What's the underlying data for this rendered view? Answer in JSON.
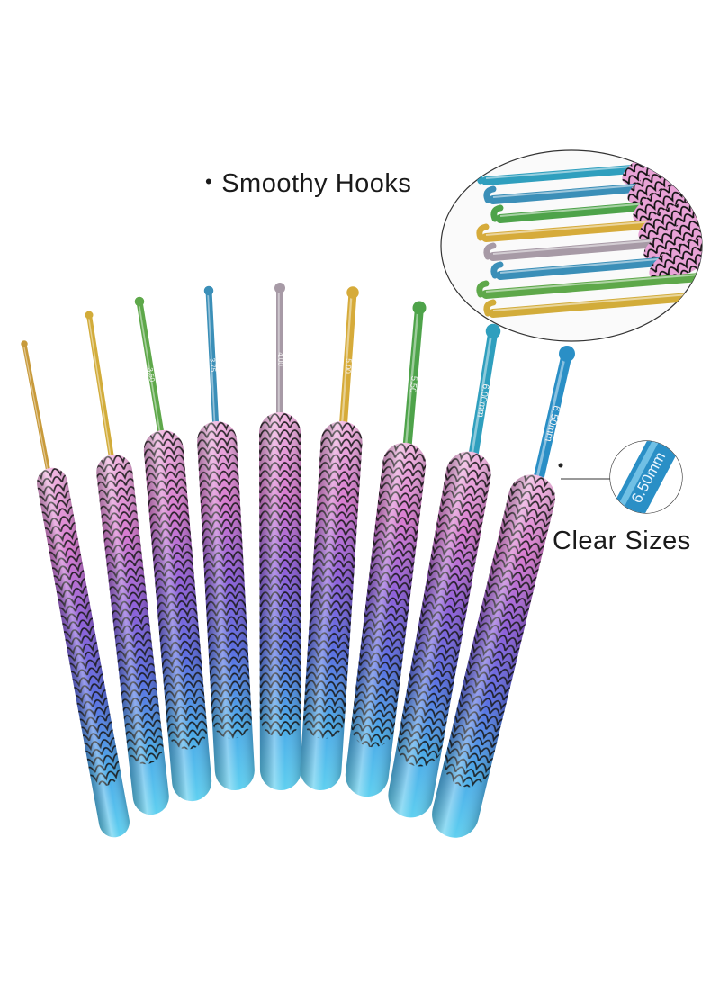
{
  "callouts": {
    "smoothy_hooks": "Smoothy Hooks",
    "clear_sizes": "Clear Sizes",
    "bullet": "•"
  },
  "zoom_detail_size": "6.50mm",
  "hooks": [
    {
      "size": "",
      "shaft_color": "#c89a3a"
    },
    {
      "size": "",
      "shaft_color": "#d2ac3a"
    },
    {
      "size": "3.50",
      "shaft_color": "#5ea84a"
    },
    {
      "size": "3.75",
      "shaft_color": "#3b8fb8"
    },
    {
      "size": "4.00",
      "shaft_color": "#a79aa6"
    },
    {
      "size": "5.00",
      "shaft_color": "#d6ab3a"
    },
    {
      "size": "5.50",
      "shaft_color": "#4ea34a"
    },
    {
      "size": "6.00mm",
      "shaft_color": "#2f9fbe"
    },
    {
      "size": "6.50mm",
      "shaft_color": "#2a8fc6"
    }
  ],
  "handle_colors": {
    "top": "#e8a2d6",
    "mid": "#8a63d8",
    "lower": "#4f7ee0",
    "tip": "#5cc7ec",
    "scales": "#111111"
  }
}
